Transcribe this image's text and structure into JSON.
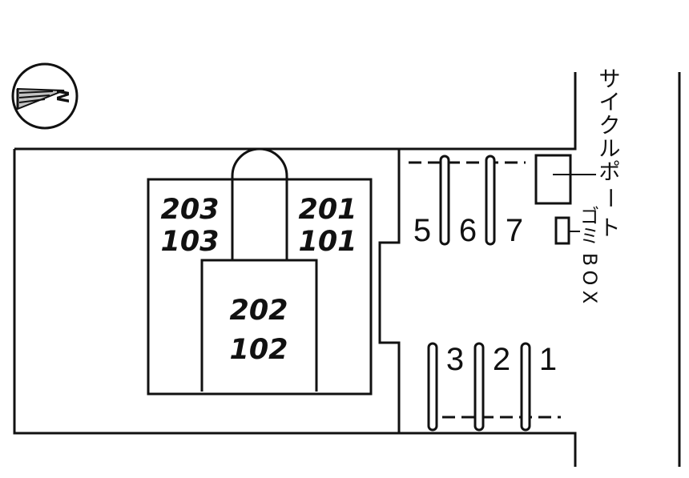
{
  "compass": {
    "north_letter": "N",
    "icon": "north-arrow-icon"
  },
  "building": {
    "left_units": [
      "203",
      "103"
    ],
    "right_units": [
      "201",
      "101"
    ],
    "center_units": [
      "202",
      "102"
    ]
  },
  "parking": {
    "upper_spaces": [
      "5",
      "6",
      "7"
    ],
    "lower_spaces": [
      "3",
      "2",
      "1"
    ]
  },
  "labels": {
    "cycle_port": [
      "サ",
      "イ",
      "ク",
      "ル",
      "ポ",
      "ー",
      "ト"
    ],
    "garbage_box": [
      "ゴ",
      "ミ",
      "B",
      "O",
      "X"
    ]
  }
}
